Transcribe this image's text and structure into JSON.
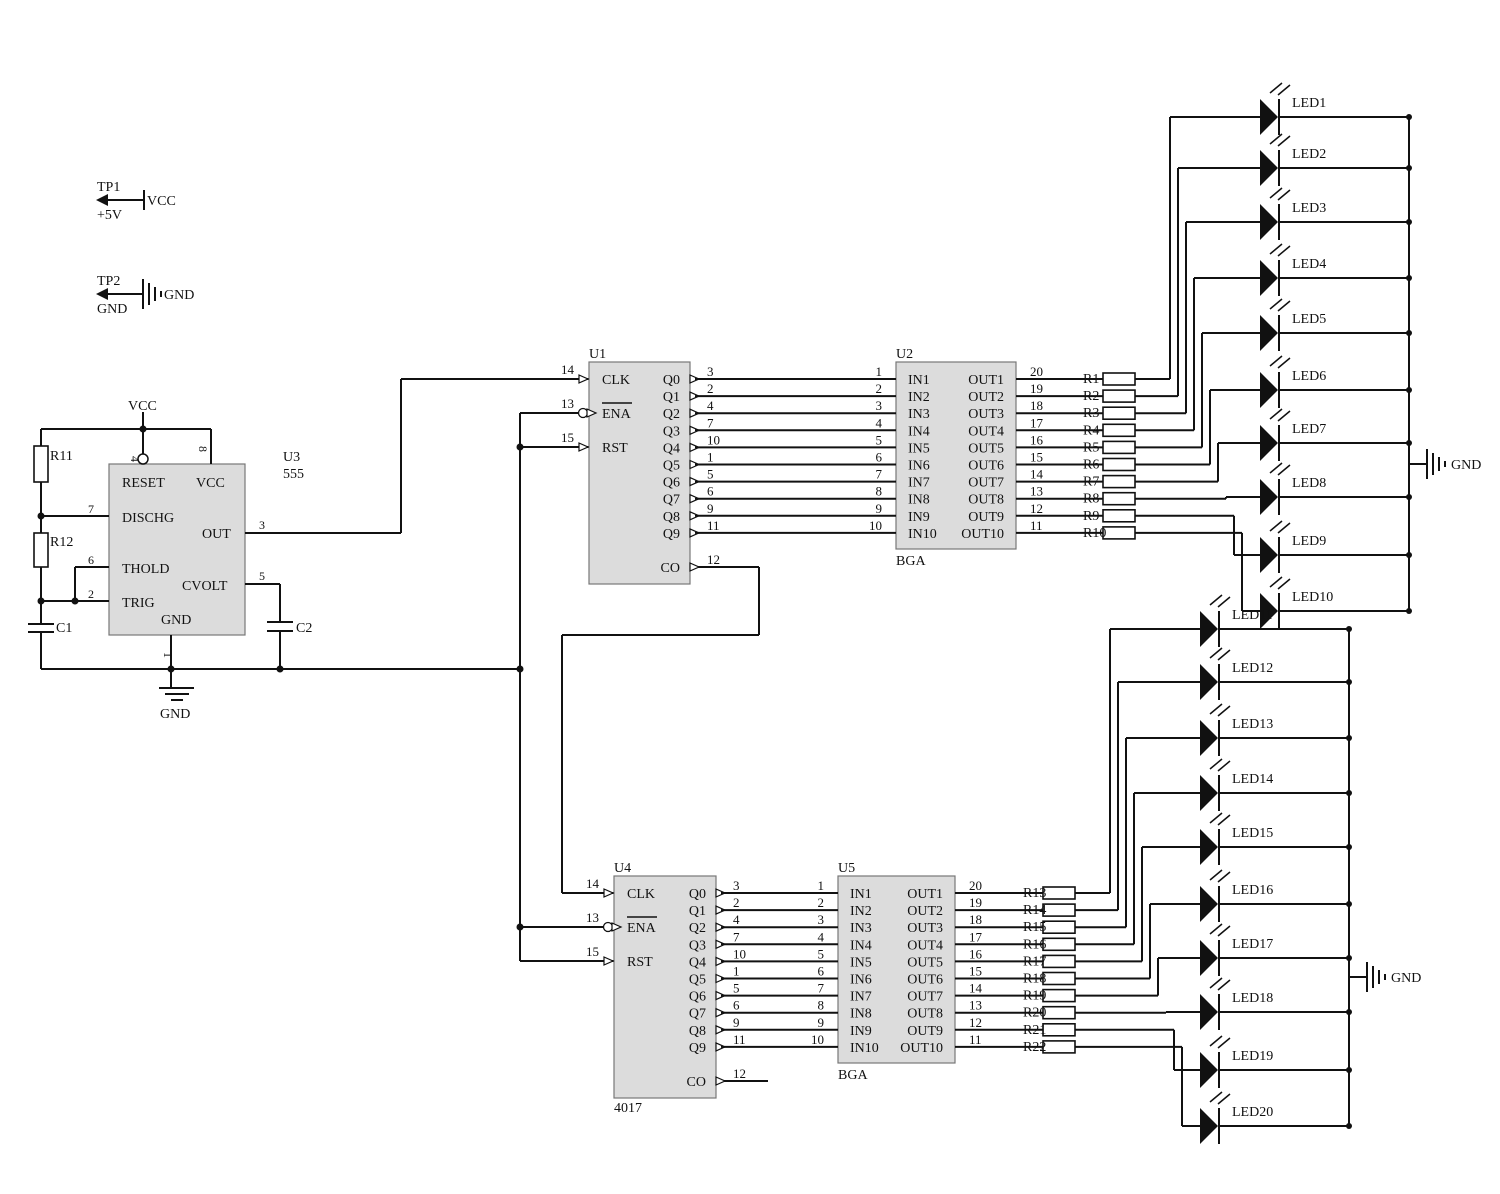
{
  "test_points": [
    {
      "ref": "TP1",
      "label": "+5V",
      "net": "VCC"
    },
    {
      "ref": "TP2",
      "label": "GND",
      "net": "GND"
    }
  ],
  "timer": {
    "ref": "U3",
    "part": "555",
    "pins": [
      {
        "num": "4",
        "name": "RESET"
      },
      {
        "num": "8",
        "name": "VCC"
      },
      {
        "num": "7",
        "name": "DISCHG"
      },
      {
        "num": "3",
        "name": "OUT"
      },
      {
        "num": "6",
        "name": "THOLD"
      },
      {
        "num": "5",
        "name": "CVOLT"
      },
      {
        "num": "2",
        "name": "TRIG"
      },
      {
        "num": "1",
        "name": "GND"
      }
    ],
    "vcc_label": "VCC",
    "gnd_label": "GND",
    "passives": [
      "R11",
      "R12",
      "C1",
      "C2"
    ]
  },
  "counters": [
    {
      "ref": "U1",
      "part": "",
      "inputs": [
        {
          "num": "14",
          "name": "CLK"
        },
        {
          "num": "13",
          "name": "ENA"
        },
        {
          "num": "15",
          "name": "RST"
        }
      ],
      "outputs": [
        {
          "name": "Q0",
          "num": "3"
        },
        {
          "name": "Q1",
          "num": "2"
        },
        {
          "name": "Q2",
          "num": "4"
        },
        {
          "name": "Q3",
          "num": "7"
        },
        {
          "name": "Q4",
          "num": "10"
        },
        {
          "name": "Q5",
          "num": "1"
        },
        {
          "name": "Q6",
          "num": "5"
        },
        {
          "name": "Q7",
          "num": "6"
        },
        {
          "name": "Q8",
          "num": "9"
        },
        {
          "name": "Q9",
          "num": "11"
        }
      ],
      "co": {
        "name": "CO",
        "num": "12"
      }
    },
    {
      "ref": "U4",
      "part": "4017",
      "inputs": [
        {
          "num": "14",
          "name": "CLK"
        },
        {
          "num": "13",
          "name": "ENA"
        },
        {
          "num": "15",
          "name": "RST"
        }
      ],
      "outputs": [
        {
          "name": "Q0",
          "num": "3"
        },
        {
          "name": "Q1",
          "num": "2"
        },
        {
          "name": "Q2",
          "num": "4"
        },
        {
          "name": "Q3",
          "num": "7"
        },
        {
          "name": "Q4",
          "num": "10"
        },
        {
          "name": "Q5",
          "num": "1"
        },
        {
          "name": "Q6",
          "num": "5"
        },
        {
          "name": "Q7",
          "num": "6"
        },
        {
          "name": "Q8",
          "num": "9"
        },
        {
          "name": "Q9",
          "num": "11"
        }
      ],
      "co": {
        "name": "CO",
        "num": "12"
      }
    }
  ],
  "drivers": [
    {
      "ref": "U2",
      "part": "BGA",
      "ins": [
        {
          "name": "IN1",
          "num": "1"
        },
        {
          "name": "IN2",
          "num": "2"
        },
        {
          "name": "IN3",
          "num": "3"
        },
        {
          "name": "IN4",
          "num": "4"
        },
        {
          "name": "IN5",
          "num": "5"
        },
        {
          "name": "IN6",
          "num": "6"
        },
        {
          "name": "IN7",
          "num": "7"
        },
        {
          "name": "IN8",
          "num": "8"
        },
        {
          "name": "IN9",
          "num": "9"
        },
        {
          "name": "IN10",
          "num": "10"
        }
      ],
      "outs": [
        {
          "name": "OUT1",
          "num": "20"
        },
        {
          "name": "OUT2",
          "num": "19"
        },
        {
          "name": "OUT3",
          "num": "18"
        },
        {
          "name": "OUT4",
          "num": "17"
        },
        {
          "name": "OUT5",
          "num": "16"
        },
        {
          "name": "OUT6",
          "num": "15"
        },
        {
          "name": "OUT7",
          "num": "14"
        },
        {
          "name": "OUT8",
          "num": "13"
        },
        {
          "name": "OUT9",
          "num": "12"
        },
        {
          "name": "OUT10",
          "num": "11"
        }
      ],
      "resistors": [
        "R1",
        "R2",
        "R3",
        "R4",
        "R5",
        "R6",
        "R7",
        "R8",
        "R9",
        "R10"
      ],
      "leds": [
        "LED1",
        "LED2",
        "LED3",
        "LED4",
        "LED5",
        "LED6",
        "LED7",
        "LED8",
        "LED9",
        "LED10"
      ],
      "gnd_label": "GND"
    },
    {
      "ref": "U5",
      "part": "BGA",
      "ins": [
        {
          "name": "IN1",
          "num": "1"
        },
        {
          "name": "IN2",
          "num": "2"
        },
        {
          "name": "IN3",
          "num": "3"
        },
        {
          "name": "IN4",
          "num": "4"
        },
        {
          "name": "IN5",
          "num": "5"
        },
        {
          "name": "IN6",
          "num": "6"
        },
        {
          "name": "IN7",
          "num": "7"
        },
        {
          "name": "IN8",
          "num": "8"
        },
        {
          "name": "IN9",
          "num": "9"
        },
        {
          "name": "IN10",
          "num": "10"
        }
      ],
      "outs": [
        {
          "name": "OUT1",
          "num": "20"
        },
        {
          "name": "OUT2",
          "num": "19"
        },
        {
          "name": "OUT3",
          "num": "18"
        },
        {
          "name": "OUT4",
          "num": "17"
        },
        {
          "name": "OUT5",
          "num": "16"
        },
        {
          "name": "OUT6",
          "num": "15"
        },
        {
          "name": "OUT7",
          "num": "14"
        },
        {
          "name": "OUT8",
          "num": "13"
        },
        {
          "name": "OUT9",
          "num": "12"
        },
        {
          "name": "OUT10",
          "num": "11"
        }
      ],
      "resistors": [
        "R13",
        "R14",
        "R15",
        "R16",
        "R17",
        "R18",
        "R19",
        "R20",
        "R21",
        "R22"
      ],
      "leds": [
        "LED11",
        "LED12",
        "LED13",
        "LED14",
        "LED15",
        "LED16",
        "LED17",
        "LED18",
        "LED19",
        "LED20"
      ],
      "gnd_label": "GND"
    }
  ]
}
